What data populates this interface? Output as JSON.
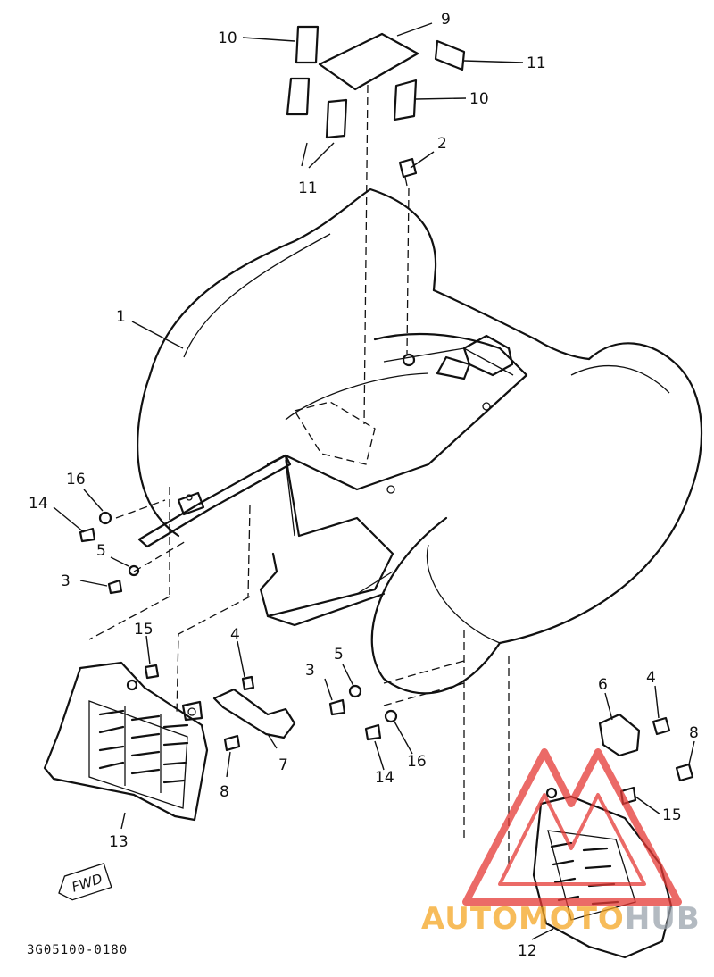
{
  "diagram": {
    "callouts": [
      "10",
      "9",
      "11",
      "10",
      "11",
      "2",
      "1",
      "16",
      "14",
      "5",
      "3",
      "15",
      "4",
      "7",
      "8",
      "13",
      "3",
      "5",
      "16",
      "14",
      "6",
      "4",
      "8",
      "15",
      "12"
    ],
    "fwd_label": "FWD",
    "drawing_code": "3G05100-0180"
  },
  "watermark": {
    "word_a": "AUTOMOTO",
    "word_b": "HUB",
    "color_a": "#f5a623",
    "color_b": "#9aa3ad",
    "triangle_color": "#e53935"
  }
}
